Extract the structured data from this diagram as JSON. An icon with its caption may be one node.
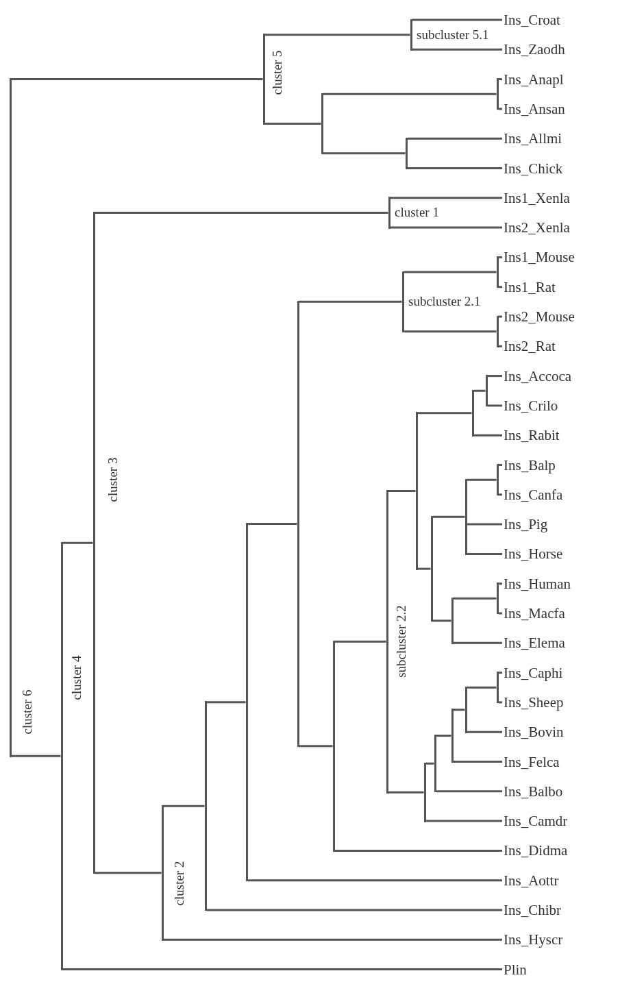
{
  "diagram": {
    "nodes": [
      {
        "text": [
          "Ins_Croat"
        ]
      },
      {
        "text": [
          "Ins_Zaodh"
        ]
      },
      {
        "text": [
          "Ins_Anapl"
        ]
      },
      {
        "text": [
          "Ins_Ansan"
        ]
      },
      {
        "text": [
          "Ins_Allmi"
        ]
      },
      {
        "text": [
          "Ins_Chick"
        ]
      },
      {
        "text": [
          "Ins1_Xenla"
        ]
      },
      {
        "text": [
          "Ins2_Xenla"
        ]
      },
      {
        "text": [
          "Ins1_Mouse"
        ]
      },
      {
        "text": [
          "Ins1_Rat"
        ]
      },
      {
        "text": [
          "Ins2_Mouse"
        ]
      },
      {
        "text": [
          "Ins2_Rat"
        ]
      },
      {
        "text": [
          "Ins_Accoca"
        ]
      },
      {
        "text": [
          "Ins_Crilo"
        ]
      },
      {
        "text": [
          "Ins_Rabit"
        ]
      },
      {
        "text": [
          "Ins_Balp"
        ]
      },
      {
        "text": [
          "Ins_Canfa"
        ]
      },
      {
        "text": [
          "Ins_Pig"
        ]
      },
      {
        "text": [
          "Ins_Horse"
        ]
      },
      {
        "text": [
          "Ins_Human"
        ]
      },
      {
        "text": [
          "Ins_Macfa"
        ]
      },
      {
        "text": [
          "Ins_Elema"
        ]
      },
      {
        "text": [
          "Ins_Caphi"
        ]
      },
      {
        "text": [
          "Ins_Sheep"
        ]
      },
      {
        "text": [
          "Ins_Bovin"
        ]
      },
      {
        "text": [
          "Ins_Felca"
        ]
      },
      {
        "text": [
          "Ins_Balbo"
        ]
      },
      {
        "text": [
          "Ins_Camdr"
        ]
      },
      {
        "text": [
          "Ins_Didma"
        ]
      },
      {
        "text": [
          "Ins_Aottr"
        ]
      },
      {
        "text": [
          "Ins_Chibr"
        ]
      },
      {
        "text": [
          "Ins_Hyscr"
        ]
      },
      {
        "text": [
          "Plin"
        ]
      },
      {
        "text": [],
        "shape": "bar",
        "beside": [
          "subcluster 5.1"
        ]
      },
      {
        "text": [],
        "shape": "bar"
      },
      {
        "text": [],
        "shape": "bar"
      },
      {
        "text": [],
        "shape": "bar"
      },
      {
        "text": [],
        "shape": "bar",
        "beside": [
          "cluster 5"
        ]
      },
      {
        "text": [],
        "shape": "bar",
        "beside": [
          "cluster 1"
        ]
      },
      {
        "text": [],
        "shape": "bar"
      },
      {
        "text": [],
        "shape": "bar"
      },
      {
        "text": [],
        "shape": "bar",
        "beside": [
          "subcluster 2.1"
        ]
      },
      {
        "text": [],
        "shape": "bar"
      },
      {
        "text": [],
        "shape": "bar"
      },
      {
        "text": [],
        "shape": "bar"
      },
      {
        "text": [],
        "shape": "bar"
      },
      {
        "text": [],
        "shape": "bar"
      },
      {
        "text": [],
        "shape": "bar"
      },
      {
        "text": [],
        "shape": "bar"
      },
      {
        "text": [],
        "shape": "bar"
      },
      {
        "text": [],
        "shape": "bar"
      },
      {
        "text": [],
        "shape": "bar"
      },
      {
        "text": [],
        "shape": "bar"
      },
      {
        "text": [],
        "shape": "bar"
      },
      {
        "text": [],
        "shape": "bar"
      },
      {
        "text": [],
        "shape": "bar",
        "beside": [
          "subcluster 2.2"
        ]
      },
      {
        "text": [],
        "shape": "bar"
      },
      {
        "text": [],
        "shape": "bar"
      },
      {
        "text": [],
        "shape": "bar"
      },
      {
        "text": [],
        "shape": "bar"
      },
      {
        "text": [],
        "shape": "bar",
        "beside": [
          "cluster 2"
        ]
      },
      {
        "text": [],
        "shape": "bar",
        "beside": [
          "cluster 3"
        ]
      },
      {
        "text": [],
        "shape": "bar",
        "beside": [
          "cluster 4"
        ]
      },
      {
        "text": [],
        "shape": "bar",
        "beside": [
          "cluster 6"
        ]
      }
    ],
    "edges": [
      {
        "from": 33,
        "to": 0,
        "arrow": "none"
      },
      {
        "from": 33,
        "to": 1,
        "arrow": "none"
      },
      {
        "from": 34,
        "to": 2,
        "arrow": "none"
      },
      {
        "from": 34,
        "to": 3,
        "arrow": "none"
      },
      {
        "from": 35,
        "to": 4,
        "arrow": "none"
      },
      {
        "from": 35,
        "to": 5,
        "arrow": "none"
      },
      {
        "from": 36,
        "to": 34,
        "arrow": "none"
      },
      {
        "from": 36,
        "to": 35,
        "arrow": "none"
      },
      {
        "from": 37,
        "to": 33,
        "arrow": "none"
      },
      {
        "from": 37,
        "to": 36,
        "arrow": "none"
      },
      {
        "from": 38,
        "to": 6,
        "arrow": "none"
      },
      {
        "from": 38,
        "to": 7,
        "arrow": "none"
      },
      {
        "from": 39,
        "to": 8,
        "arrow": "none"
      },
      {
        "from": 39,
        "to": 9,
        "arrow": "none"
      },
      {
        "from": 40,
        "to": 10,
        "arrow": "none"
      },
      {
        "from": 40,
        "to": 11,
        "arrow": "none"
      },
      {
        "from": 41,
        "to": 39,
        "arrow": "none"
      },
      {
        "from": 41,
        "to": 40,
        "arrow": "none"
      },
      {
        "from": 42,
        "to": 12,
        "arrow": "none"
      },
      {
        "from": 42,
        "to": 13,
        "arrow": "none"
      },
      {
        "from": 43,
        "to": 42,
        "arrow": "none"
      },
      {
        "from": 43,
        "to": 14,
        "arrow": "none"
      },
      {
        "from": 44,
        "to": 15,
        "arrow": "none"
      },
      {
        "from": 44,
        "to": 16,
        "arrow": "none"
      },
      {
        "from": 45,
        "to": 44,
        "arrow": "none"
      },
      {
        "from": 45,
        "to": 17,
        "arrow": "none"
      },
      {
        "from": 45,
        "to": 18,
        "arrow": "none"
      },
      {
        "from": 46,
        "to": 19,
        "arrow": "none"
      },
      {
        "from": 46,
        "to": 20,
        "arrow": "none"
      },
      {
        "from": 47,
        "to": 46,
        "arrow": "none"
      },
      {
        "from": 47,
        "to": 21,
        "arrow": "none"
      },
      {
        "from": 48,
        "to": 45,
        "arrow": "none"
      },
      {
        "from": 48,
        "to": 47,
        "arrow": "none"
      },
      {
        "from": 49,
        "to": 43,
        "arrow": "none"
      },
      {
        "from": 49,
        "to": 48,
        "arrow": "none"
      },
      {
        "from": 50,
        "to": 22,
        "arrow": "none"
      },
      {
        "from": 50,
        "to": 23,
        "arrow": "none"
      },
      {
        "from": 51,
        "to": 50,
        "arrow": "none"
      },
      {
        "from": 51,
        "to": 24,
        "arrow": "none"
      },
      {
        "from": 52,
        "to": 51,
        "arrow": "none"
      },
      {
        "from": 52,
        "to": 25,
        "arrow": "none"
      },
      {
        "from": 53,
        "to": 52,
        "arrow": "none"
      },
      {
        "from": 53,
        "to": 26,
        "arrow": "none"
      },
      {
        "from": 54,
        "to": 53,
        "arrow": "none"
      },
      {
        "from": 54,
        "to": 27,
        "arrow": "none"
      },
      {
        "from": 55,
        "to": 49,
        "arrow": "none"
      },
      {
        "from": 55,
        "to": 54,
        "arrow": "none"
      },
      {
        "from": 56,
        "to": 55,
        "arrow": "none"
      },
      {
        "from": 56,
        "to": 28,
        "arrow": "none"
      },
      {
        "from": 57,
        "to": 41,
        "arrow": "none"
      },
      {
        "from": 57,
        "to": 56,
        "arrow": "none"
      },
      {
        "from": 58,
        "to": 57,
        "arrow": "none"
      },
      {
        "from": 58,
        "to": 29,
        "arrow": "none"
      },
      {
        "from": 59,
        "to": 58,
        "arrow": "none"
      },
      {
        "from": 59,
        "to": 30,
        "arrow": "none"
      },
      {
        "from": 60,
        "to": 59,
        "arrow": "none"
      },
      {
        "from": 60,
        "to": 31,
        "arrow": "none"
      },
      {
        "from": 61,
        "to": 38,
        "arrow": "none"
      },
      {
        "from": 61,
        "to": 60,
        "arrow": "none"
      },
      {
        "from": 62,
        "to": 61,
        "arrow": "none"
      },
      {
        "from": 62,
        "to": 32,
        "arrow": "none"
      },
      {
        "from": 63,
        "to": 37,
        "arrow": "none"
      },
      {
        "from": 63,
        "to": 62,
        "arrow": "none"
      }
    ]
  }
}
